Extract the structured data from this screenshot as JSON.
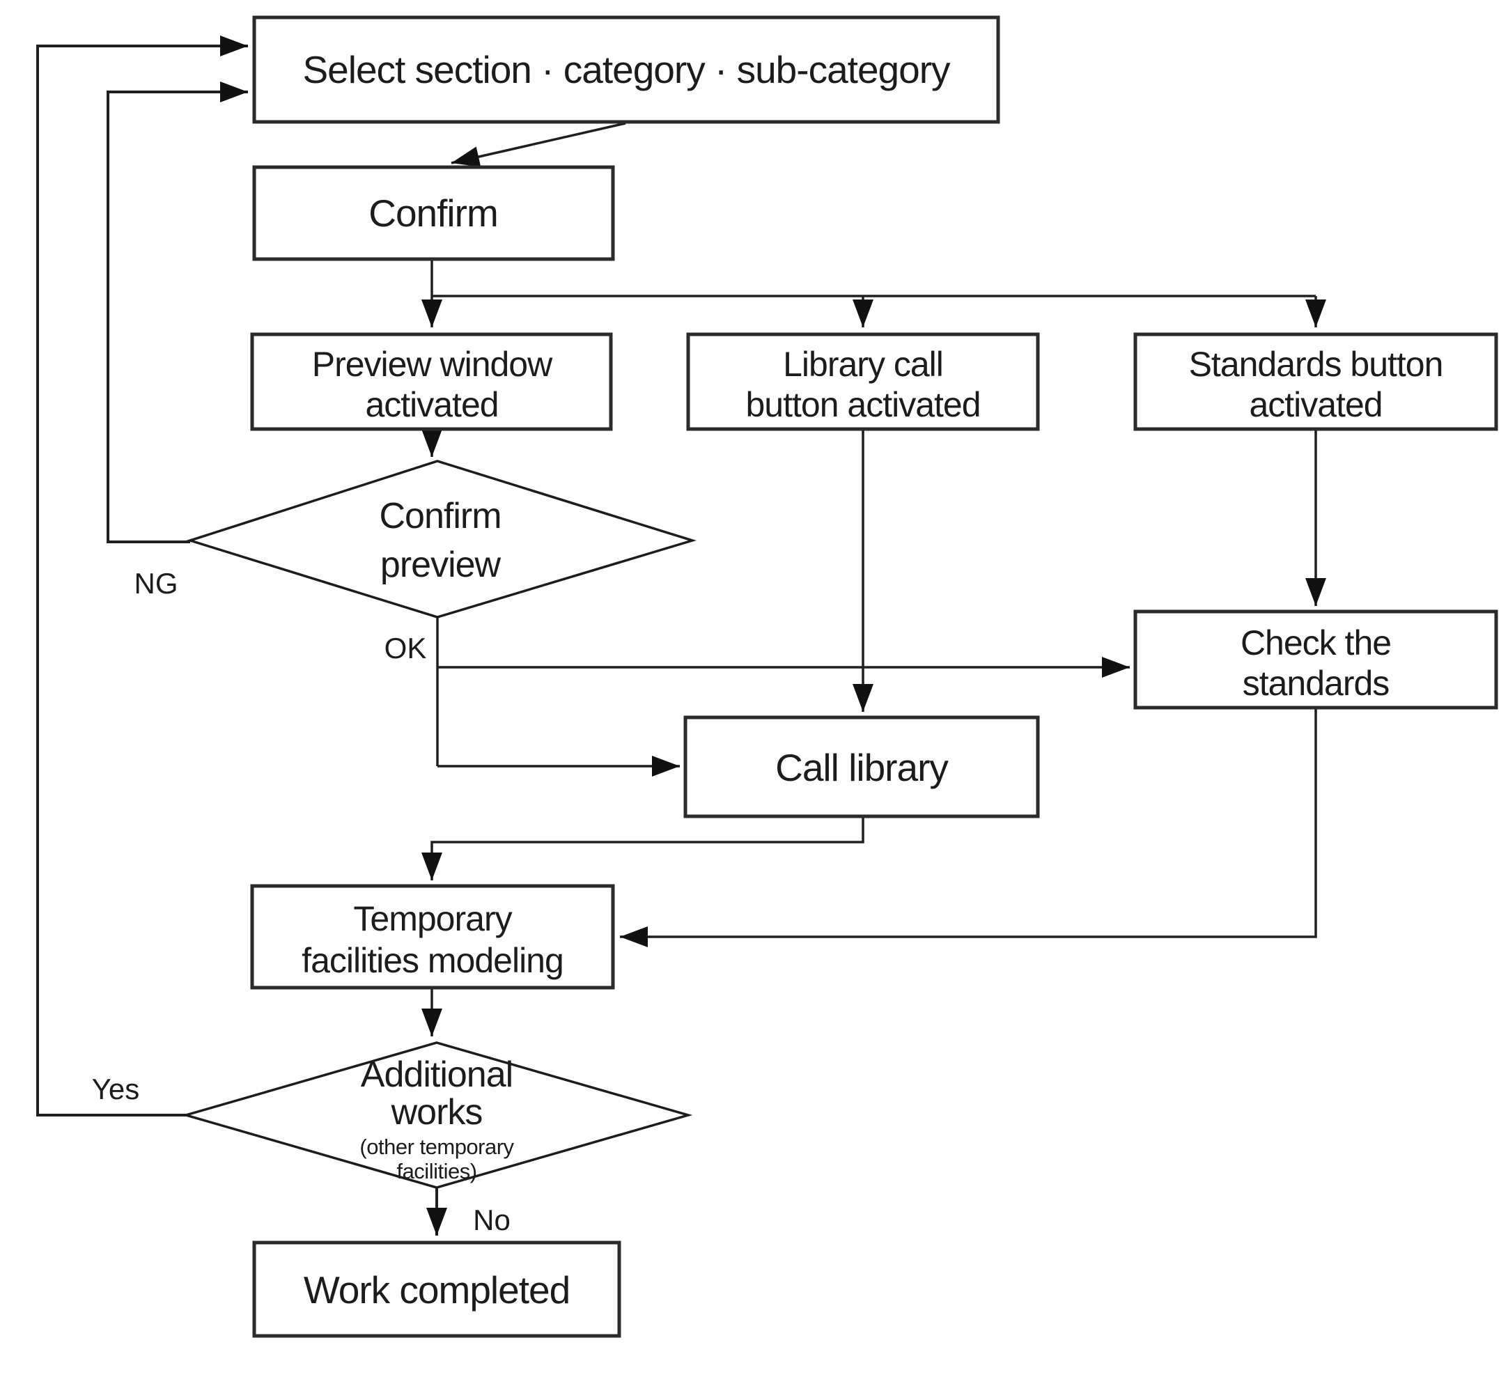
{
  "diagram": {
    "colors": {
      "background": "#ffffff",
      "stroke": "#1f1f1f",
      "box_border": "#2b2b2b",
      "text": "#1c1c1c"
    },
    "nodes": {
      "select": {
        "label": "Select section · category · sub-category"
      },
      "confirm": {
        "label": "Confirm"
      },
      "preview_window": {
        "line1": "Preview window",
        "line2": "activated"
      },
      "library_call_button": {
        "line1": "Library call",
        "line2": "button activated"
      },
      "standards_button": {
        "line1": "Standards button",
        "line2": "activated"
      },
      "confirm_preview": {
        "line1": "Confirm",
        "line2": "preview"
      },
      "check_standards": {
        "line1": "Check the",
        "line2": "standards"
      },
      "call_library": {
        "label": "Call library"
      },
      "temporary_facilities_modeling": {
        "line1": "Temporary",
        "line2": "facilities modeling"
      },
      "additional_works": {
        "line1": "Additional",
        "line2": "works",
        "line3": "(other temporary",
        "line4": "facilities)"
      },
      "work_completed": {
        "label": "Work completed"
      }
    },
    "edge_labels": {
      "ng": "NG",
      "ok": "OK",
      "yes": "Yes",
      "no": "No"
    }
  }
}
